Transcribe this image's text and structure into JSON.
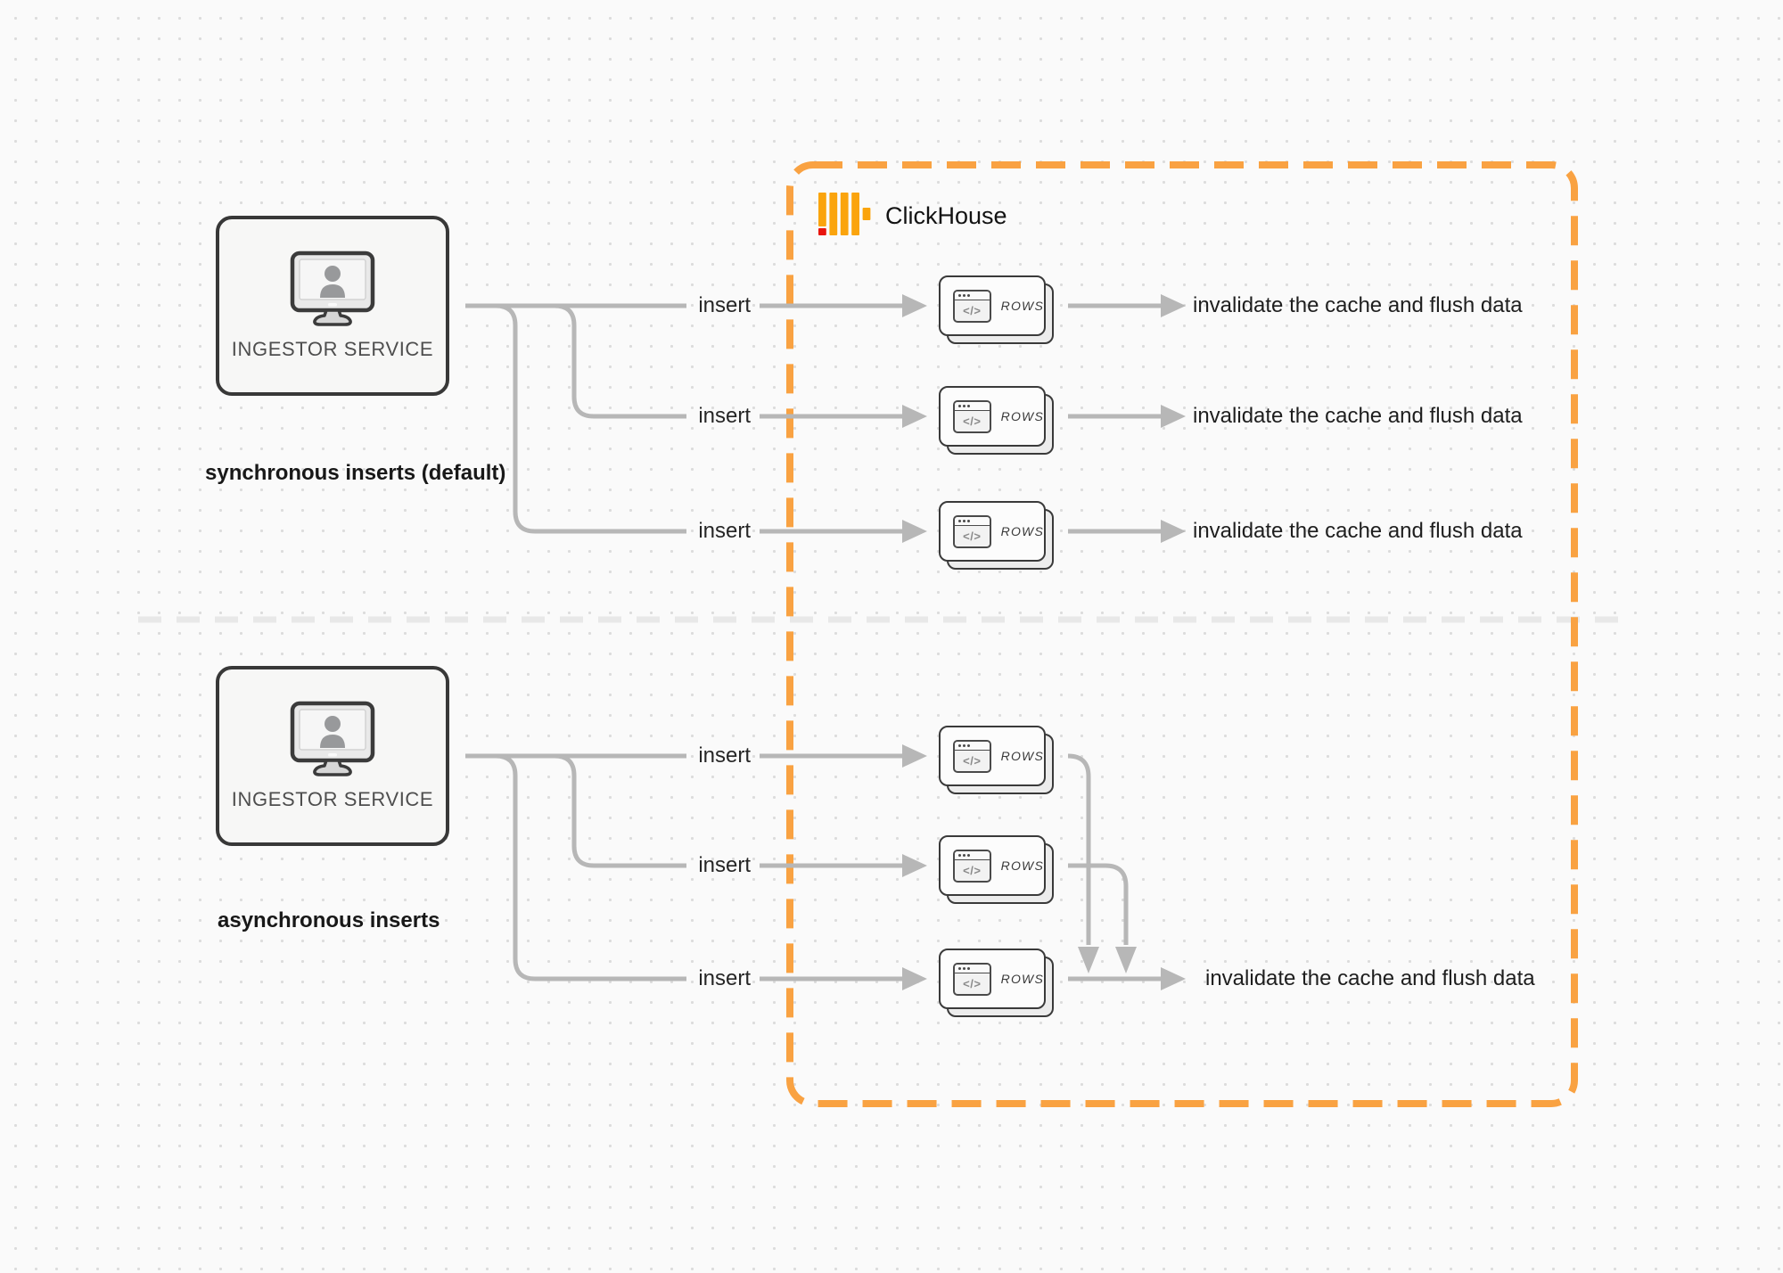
{
  "colors": {
    "accent_orange": "#F9A242",
    "connector_gray": "#B7B7B7",
    "logo_yellow": "#FAA40D",
    "logo_red": "#E9150D",
    "box_border": "#383838"
  },
  "clickhouse": {
    "label": "ClickHouse"
  },
  "sync": {
    "service_label": "INGESTOR SERVICE",
    "caption": "synchronous inserts (default)",
    "rows": [
      {
        "insert": "insert",
        "rows_label": "ROWS",
        "code": "</>",
        "result": "invalidate the cache and flush data"
      },
      {
        "insert": "insert",
        "rows_label": "ROWS",
        "code": "</>",
        "result": "invalidate the cache and flush data"
      },
      {
        "insert": "insert",
        "rows_label": "ROWS",
        "code": "</>",
        "result": "invalidate the cache and flush data"
      }
    ]
  },
  "async": {
    "service_label": "INGESTOR SERVICE",
    "caption": "asynchronous inserts",
    "rows": [
      {
        "insert": "insert",
        "rows_label": "ROWS",
        "code": "</>"
      },
      {
        "insert": "insert",
        "rows_label": "ROWS",
        "code": "</>"
      },
      {
        "insert": "insert",
        "rows_label": "ROWS",
        "code": "</>",
        "result": "invalidate the cache and flush data"
      }
    ]
  }
}
